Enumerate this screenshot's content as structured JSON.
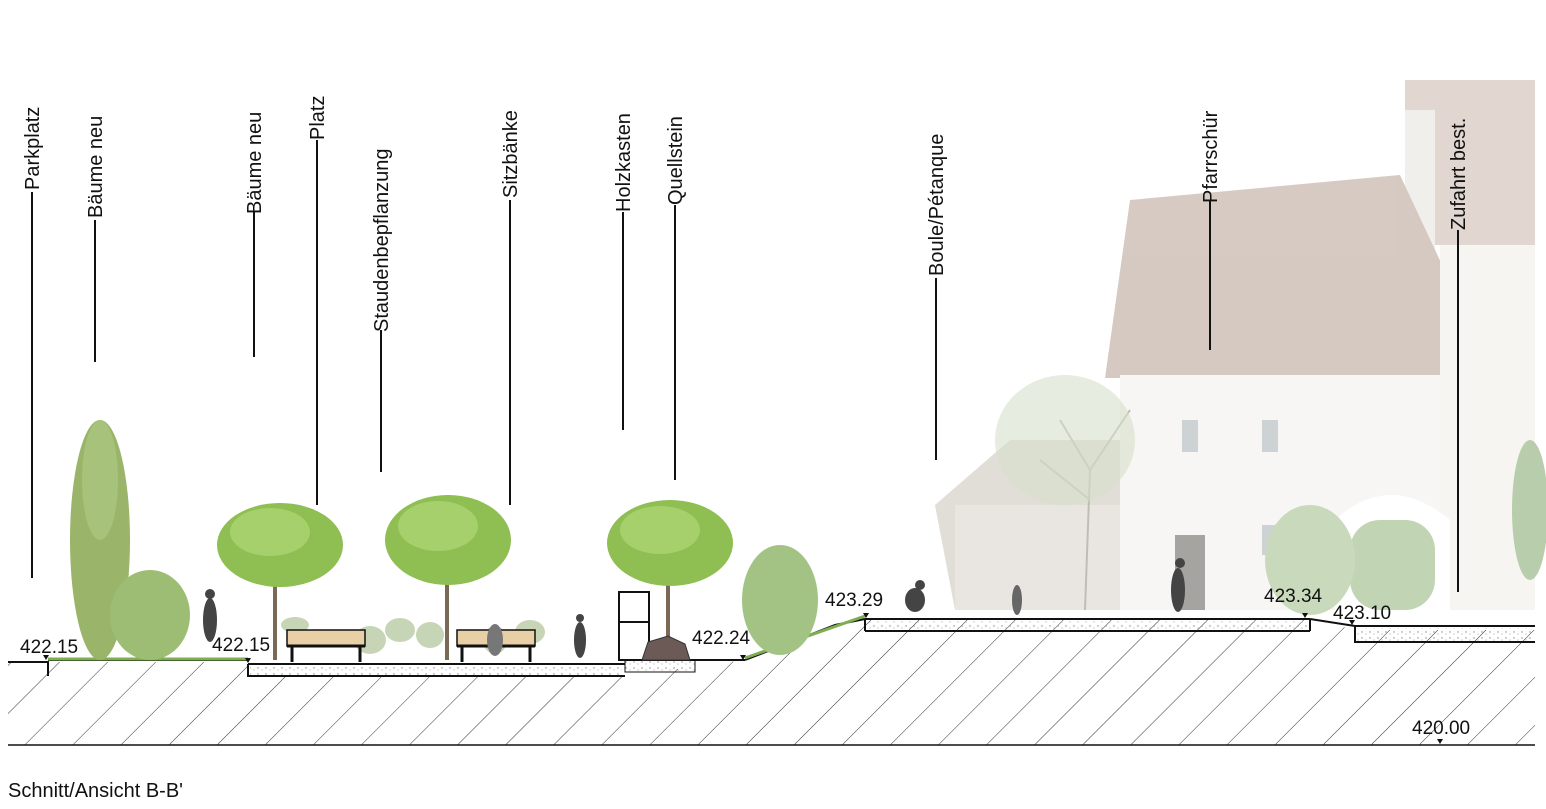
{
  "caption": "Schnitt/Ansicht B-B'",
  "labels": {
    "parkplatz": "Parkplatz",
    "baeume_neu_1": "Bäume neu",
    "baeume_neu_2": "Bäume neu",
    "platz": "Platz",
    "staudenbepflanzung": "Staudenbepflanzung",
    "sitzbaenke": "Sitzbänke",
    "holzkasten": "Holzkasten",
    "quellstein": "Quellstein",
    "boule": "Boule/Pétanque",
    "pfarrschuer": "Pfarrschür",
    "zufahrt": "Zufahrt best."
  },
  "elevations": {
    "e1": "422.15",
    "e2": "422.15",
    "e3": "422.24",
    "e4": "423.29",
    "e5": "423.34",
    "e6": "423.10",
    "e7": "420.00"
  },
  "colors": {
    "foliage": "#8fbf52",
    "foliage_dark": "#6e9e3a",
    "trunk": "#7a6a55",
    "bench": "#e9cfa6",
    "building_wall": "#eceae6",
    "roof": "#b9a59a",
    "ground_line": "#111111",
    "grass": "#7fae52"
  }
}
